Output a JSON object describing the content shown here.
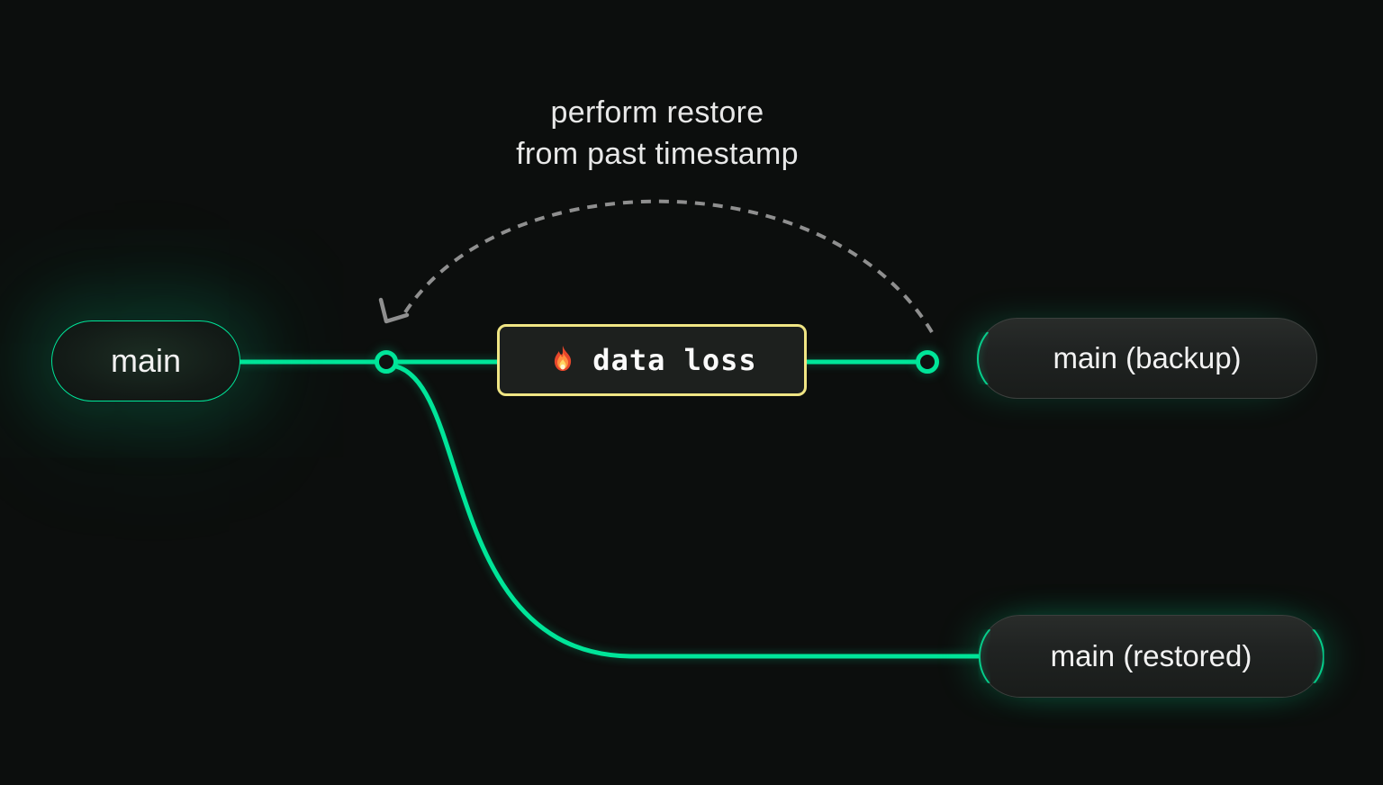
{
  "diagram": {
    "annotation": {
      "line1": "perform restore",
      "line2": "from past timestamp"
    },
    "nodes": {
      "main": {
        "label": "main"
      },
      "backup": {
        "label": "main (backup)"
      },
      "restored": {
        "label": "main (restored)"
      }
    },
    "event_box": {
      "icon": "fire-icon",
      "icon_glyph": "🔥",
      "label": "data loss"
    },
    "colors": {
      "background": "#0c0e0d",
      "accent_green": "#00e599",
      "warning_yellow": "#f0e584",
      "dashed_gray": "#8f8f8f",
      "text_primary": "#f2f2f2",
      "node_border_gray": "#3c403e"
    }
  }
}
